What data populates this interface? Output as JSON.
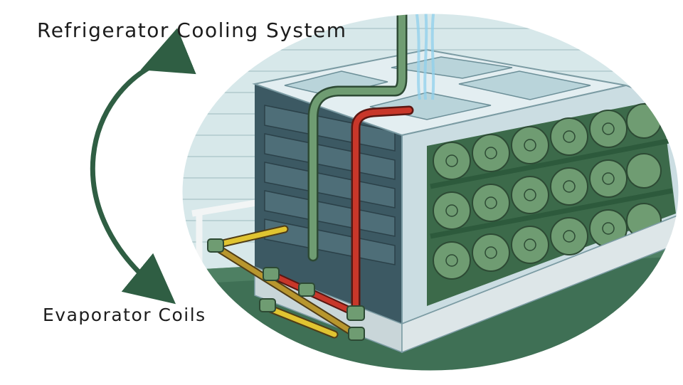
{
  "title": "Refrigerator Cooling System",
  "caption": "Evaporator Coils",
  "colors": {
    "arrow": "#2f5e43",
    "wall": "#cfe3e6",
    "coil_green": "#6f9c72",
    "hot_pipe": "#c8372a",
    "cold_pipe": "#5f8e6a",
    "brass_pipe": "#b8962e",
    "yellow_pipe": "#e0c431",
    "floor": "#3d6e52"
  },
  "icons": [
    "double-arrow-icon",
    "evaporator-unit-illustration"
  ]
}
